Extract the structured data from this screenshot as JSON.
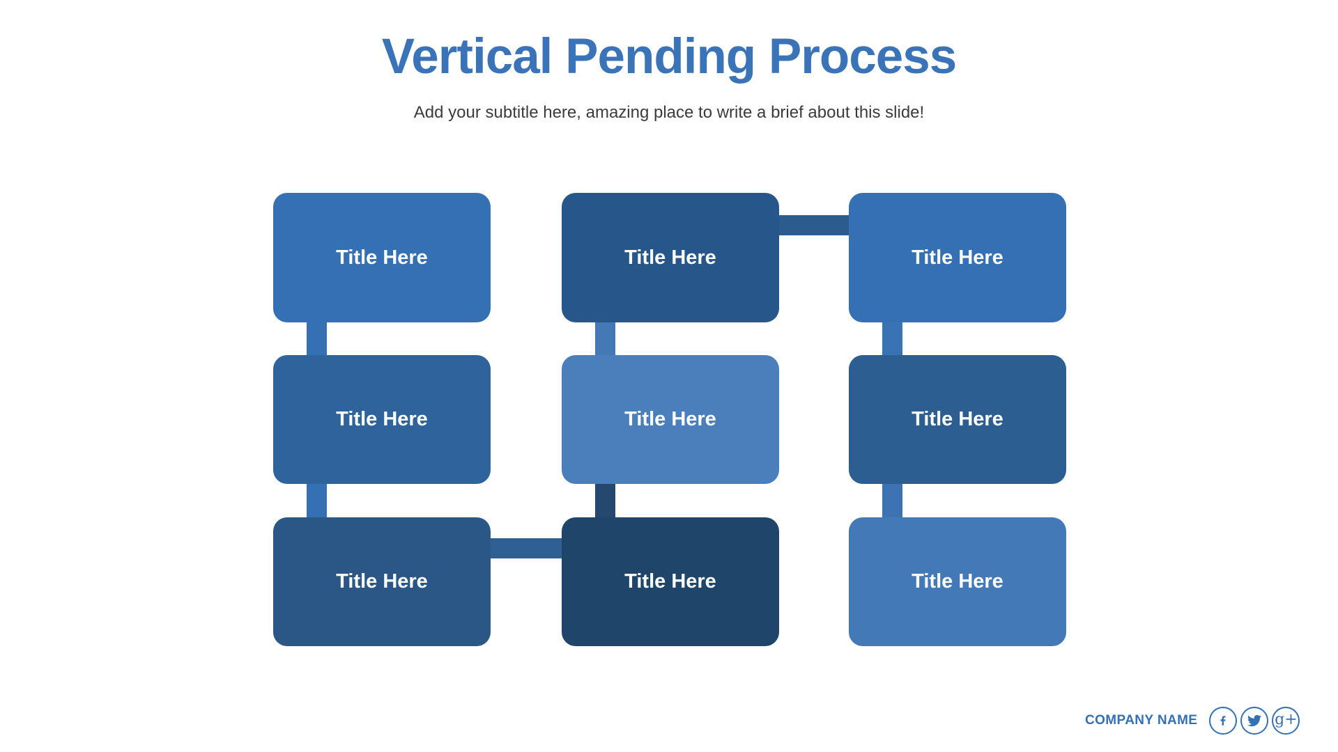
{
  "slide": {
    "title": "Vertical Pending Process",
    "subtitle": "Add your subtitle here, amazing place to write a brief about this slide!",
    "title_color": "#3A73B8",
    "subtitle_color": "#3B3B3B",
    "background": "#FFFFFF"
  },
  "diagram": {
    "text_color": "#FFFFFF",
    "columns": [
      {
        "boxes": [
          {
            "label": "Title Here",
            "color": "#3470B3"
          },
          {
            "label": "Title Here",
            "color": "#2E639B"
          },
          {
            "label": "Title Here",
            "color": "#2B5787"
          }
        ],
        "links": [
          {
            "between": "row1-row2",
            "color": "#3470B3"
          },
          {
            "between": "row2-row3",
            "color": "#3470B3"
          }
        ]
      },
      {
        "boxes": [
          {
            "label": "Title Here",
            "color": "#27568B"
          },
          {
            "label": "Title Here",
            "color": "#4A7FBC"
          },
          {
            "label": "Title Here",
            "color": "#1F456B"
          }
        ],
        "links": [
          {
            "between": "row1-row2",
            "color": "#4379B4"
          },
          {
            "between": "row2-row3",
            "color": "#24486E"
          }
        ]
      },
      {
        "boxes": [
          {
            "label": "Title Here",
            "color": "#3470B3"
          },
          {
            "label": "Title Here",
            "color": "#2C5E92"
          },
          {
            "label": "Title Here",
            "color": "#4379B7"
          }
        ],
        "links": [
          {
            "between": "row1-row2",
            "color": "#3A73B3"
          },
          {
            "between": "row2-row3",
            "color": "#3D73B2"
          }
        ]
      }
    ],
    "cross_links": [
      {
        "from": "col2-row1",
        "to": "col3-row1",
        "color": "#2C5B8D"
      },
      {
        "from": "col1-row3",
        "to": "col2-row3",
        "color": "#2E6094"
      }
    ]
  },
  "footer": {
    "company_name": "COMPANY NAME",
    "accent_color": "#3470B4",
    "social": [
      {
        "name": "facebook"
      },
      {
        "name": "twitter"
      },
      {
        "name": "googleplus",
        "glyph": "g+"
      }
    ]
  }
}
